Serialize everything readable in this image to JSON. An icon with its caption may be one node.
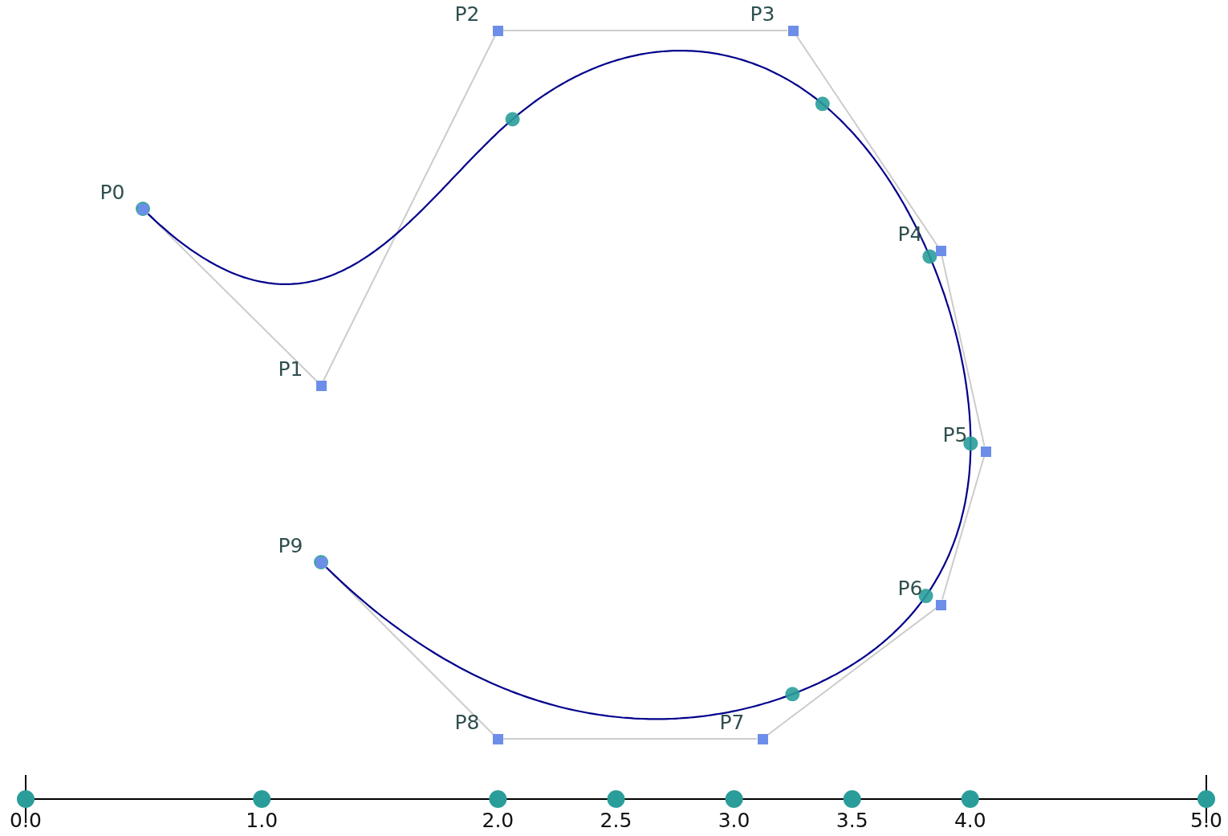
{
  "diagram": {
    "nodes": [
      {
        "text": [
          "P0"
        ]
      },
      {
        "text": [
          "P1"
        ]
      },
      {
        "text": [
          "P2"
        ]
      },
      {
        "text": [
          "P3"
        ]
      },
      {
        "text": [
          "P4"
        ]
      },
      {
        "text": [
          "P5"
        ]
      },
      {
        "text": [
          "P6"
        ]
      },
      {
        "text": [
          "P7"
        ]
      },
      {
        "text": [
          "P8"
        ]
      },
      {
        "text": [
          "P9"
        ]
      }
    ],
    "edges": [
      {
        "from": 0,
        "to": 1,
        "arrow": "none"
      },
      {
        "from": 1,
        "to": 2,
        "arrow": "none"
      },
      {
        "from": 2,
        "to": 3,
        "arrow": "none"
      },
      {
        "from": 3,
        "to": 4,
        "arrow": "none"
      },
      {
        "from": 4,
        "to": 5,
        "arrow": "none"
      },
      {
        "from": 5,
        "to": 6,
        "arrow": "none"
      },
      {
        "from": 6,
        "to": 7,
        "arrow": "none"
      },
      {
        "from": 7,
        "to": 8,
        "arrow": "none"
      },
      {
        "from": 8,
        "to": 9,
        "arrow": "none"
      }
    ],
    "labels": [
      "0.0",
      "1.0",
      "2.0",
      "2.5",
      "3.0",
      "3.5",
      "4.0",
      "5.0"
    ]
  }
}
